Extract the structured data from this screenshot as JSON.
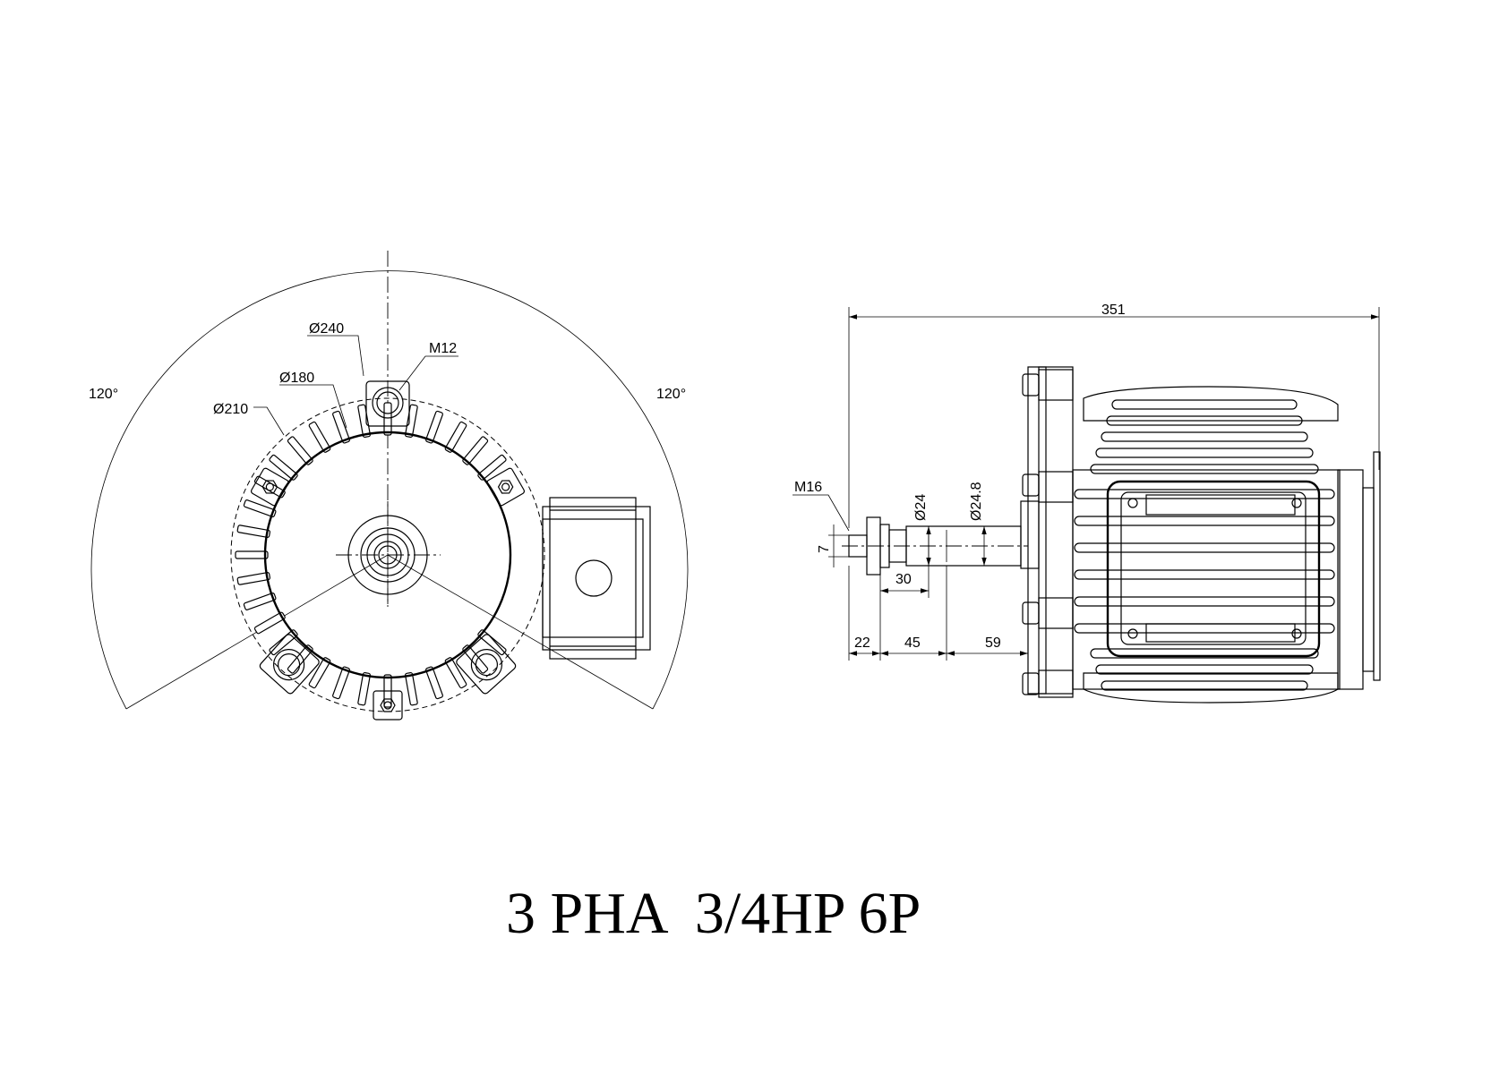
{
  "labels": {
    "angle_left": "120°",
    "angle_right": "120°",
    "dia_240": "Ø240",
    "dia_180": "Ø180",
    "dia_210": "Ø210",
    "thread_m12": "M12",
    "thread_m16": "M16",
    "dia_24": "Ø24",
    "dia_24_8": "Ø24.8",
    "dim_7": "7",
    "dim_30": "30",
    "dim_22": "22",
    "dim_45": "45",
    "dim_59": "59",
    "dim_351": "351"
  },
  "title": "3 PHA  3/4HP 6P"
}
